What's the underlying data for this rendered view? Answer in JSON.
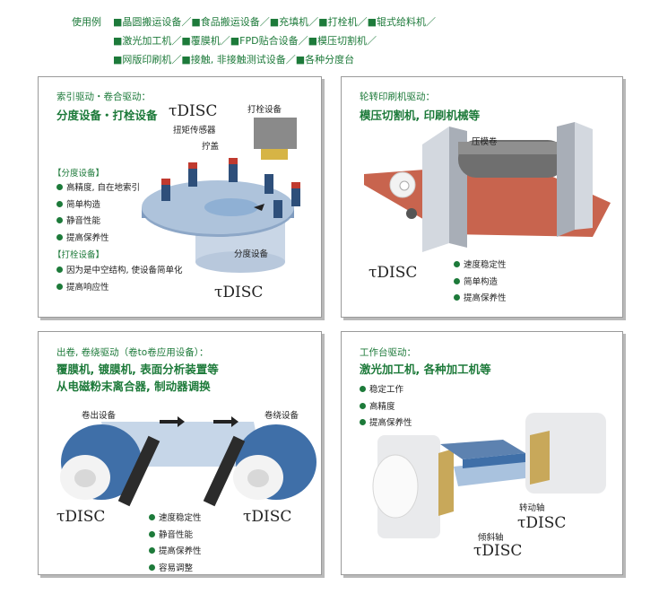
{
  "usage": {
    "label": "使用例",
    "lines": [
      "■晶圆搬运设备／■食品搬运设备／■充填机／■打栓机／■辊式给料机／",
      "■激光加工机／■覆膜机／■FPD贴合设备／■模压切割机／",
      "■网版印刷机／■接触, 非接触测试设备／■各种分度台"
    ]
  },
  "panels": {
    "index": {
      "title": "索引驱动・卷合驱动：",
      "subtitle": "分度设备・打栓设备",
      "section1": "【分度设备】",
      "bullets1": [
        "高精度, 自在地索引",
        "简单构造",
        "静音性能",
        "提高保养性"
      ],
      "section2": "【打栓设备】",
      "bullets2": [
        "因为是中空结构, 使设备简单化",
        "提高响应性"
      ],
      "labels": {
        "tdisc_top": "τDISC",
        "plug_machine": "打栓设备",
        "torque_sensor": "扭矩传感器",
        "cap": "拧盖",
        "indexing": "分度设备",
        "tdisc_bottom": "τDISC"
      }
    },
    "roller": {
      "title": "轮转印刷机驱动：",
      "subtitle": "模压切割机, 印刷机械等",
      "labels": {
        "die_roll": "压模卷",
        "tdisc": "τDISC"
      },
      "bullets": [
        "速度稳定性",
        "简单构造",
        "提高保养性"
      ]
    },
    "winding": {
      "title": "出卷, 卷绕驱动（卷to卷应用设备）：",
      "subtitle_lines": [
        "覆膜机, 镀膜机, 表面分析装置等",
        "从电磁粉末离合器, 制动器调换"
      ],
      "labels": {
        "unwind": "卷出设备",
        "rewind": "卷绕设备",
        "tdisc_left": "τDISC",
        "tdisc_right": "τDISC"
      },
      "bullets": [
        "速度稳定性",
        "静音性能",
        "提高保养性",
        "容易调整"
      ]
    },
    "stage": {
      "title": "工作台驱动：",
      "subtitle": "激光加工机, 各种加工机等",
      "bullets": [
        "稳定工作",
        "高精度",
        "提高保养性"
      ],
      "labels": {
        "rotation_axis": "转动轴",
        "tdisc_right": "τDISC",
        "tilt_axis": "倾斜轴",
        "tdisc_bottom": "τDISC"
      }
    }
  },
  "colors": {
    "accent_green": "#1d7a3a",
    "steel_blue": "#3f6fa8",
    "copper": "#c8644e",
    "gold": "#c8a85a"
  }
}
